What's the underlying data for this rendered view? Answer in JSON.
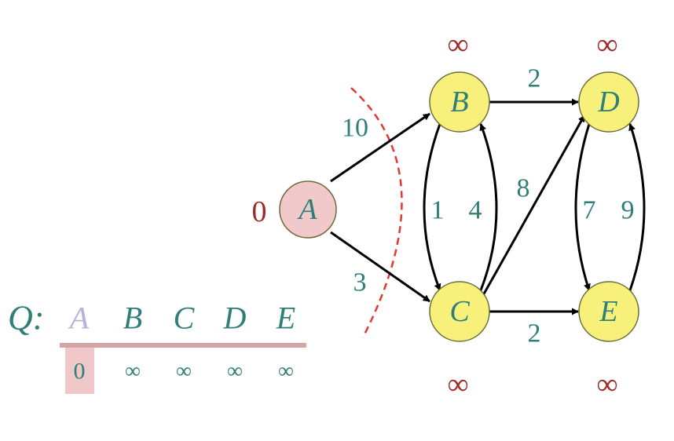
{
  "graph": {
    "nodes": [
      {
        "id": "A",
        "label": "A",
        "dist": "0",
        "fill": "#f2c9cb"
      },
      {
        "id": "B",
        "label": "B",
        "dist": "∞",
        "fill": "#f7f07a"
      },
      {
        "id": "C",
        "label": "C",
        "dist": "∞",
        "fill": "#f7f07a"
      },
      {
        "id": "D",
        "label": "D",
        "dist": "∞",
        "fill": "#f7f07a"
      },
      {
        "id": "E",
        "label": "E",
        "dist": "∞",
        "fill": "#f7f07a"
      }
    ],
    "edges": [
      {
        "from": "A",
        "to": "B",
        "weight": "10"
      },
      {
        "from": "A",
        "to": "C",
        "weight": "3"
      },
      {
        "from": "B",
        "to": "C",
        "weight": "1"
      },
      {
        "from": "C",
        "to": "B",
        "weight": "4"
      },
      {
        "from": "B",
        "to": "D",
        "weight": "2"
      },
      {
        "from": "C",
        "to": "D",
        "weight": "8"
      },
      {
        "from": "C",
        "to": "E",
        "weight": "2"
      },
      {
        "from": "D",
        "to": "E",
        "weight": "7"
      },
      {
        "from": "E",
        "to": "D",
        "weight": "9"
      }
    ],
    "cut_color": "#e03a2e"
  },
  "queue": {
    "label": "Q:",
    "columns": [
      {
        "name": "A",
        "value": "0",
        "extracted": true
      },
      {
        "name": "B",
        "value": "∞",
        "extracted": false
      },
      {
        "name": "C",
        "value": "∞",
        "extracted": false
      },
      {
        "name": "D",
        "value": "∞",
        "extracted": false
      },
      {
        "name": "E",
        "value": "∞",
        "extracted": false
      }
    ],
    "rule_color": "#d3a4a4",
    "highlight_color": "#f0c8c9"
  }
}
